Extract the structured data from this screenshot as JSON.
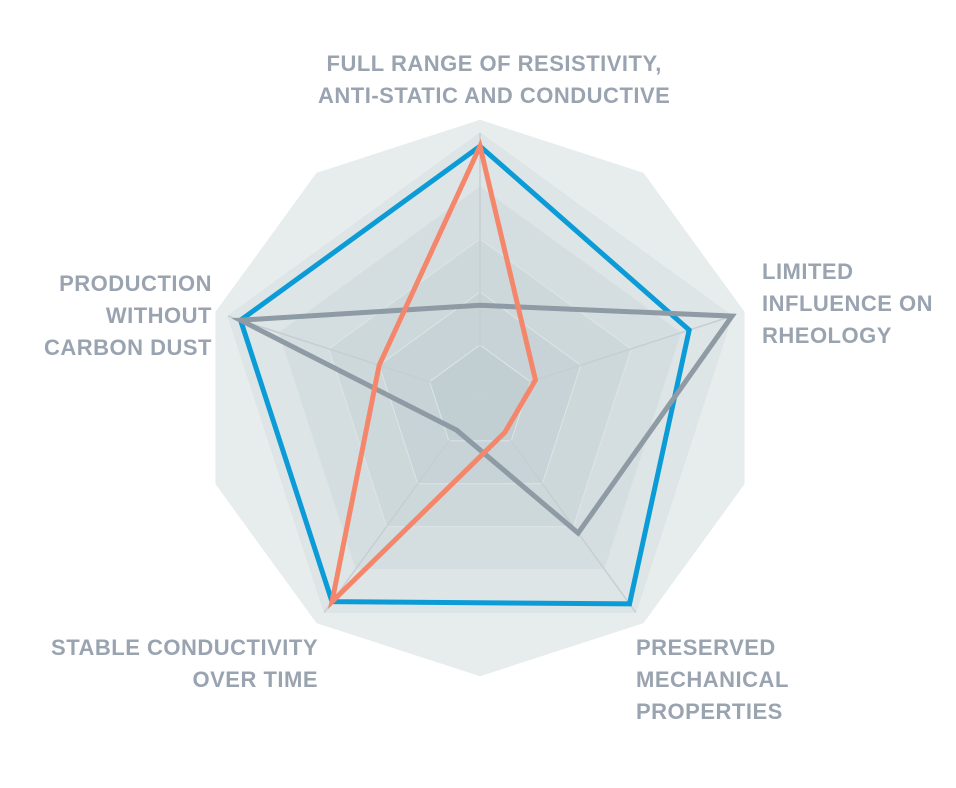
{
  "chart_data": {
    "type": "radar",
    "axes": [
      {
        "id": "resistivity",
        "lines": [
          "FULL RANGE OF RESISTIVITY,",
          "ANTI-STATIC AND CONDUCTIVE"
        ]
      },
      {
        "id": "rheology",
        "lines": [
          "LIMITED",
          "INFLUENCE ON",
          "RHEOLOGY"
        ]
      },
      {
        "id": "mechanical",
        "lines": [
          "PRESERVED",
          "MECHANICAL",
          "PROPERTIES"
        ]
      },
      {
        "id": "stability",
        "lines": [
          "STABLE CONDUCTIVITY",
          "OVER TIME"
        ]
      },
      {
        "id": "dust",
        "lines": [
          "PRODUCTION",
          "WITHOUT",
          "CARBON DUST"
        ]
      }
    ],
    "range": [
      0,
      1
    ],
    "rings": 5,
    "series": [
      {
        "color": "#0b9bd7",
        "values": [
          0.95,
          0.83,
          0.96,
          0.95,
          0.95
        ]
      },
      {
        "color": "#8e9aa4",
        "values": [
          0.35,
          1.0,
          0.63,
          0.15,
          0.95
        ]
      },
      {
        "color": "#f4876b",
        "values": [
          0.95,
          0.22,
          0.16,
          0.95,
          0.4
        ]
      }
    ],
    "colors": {
      "outer_fill": "#e7eded",
      "ring_fill": "#aabbbe",
      "spoke": "#c5cfd3",
      "label": "#9aa4b1"
    }
  }
}
